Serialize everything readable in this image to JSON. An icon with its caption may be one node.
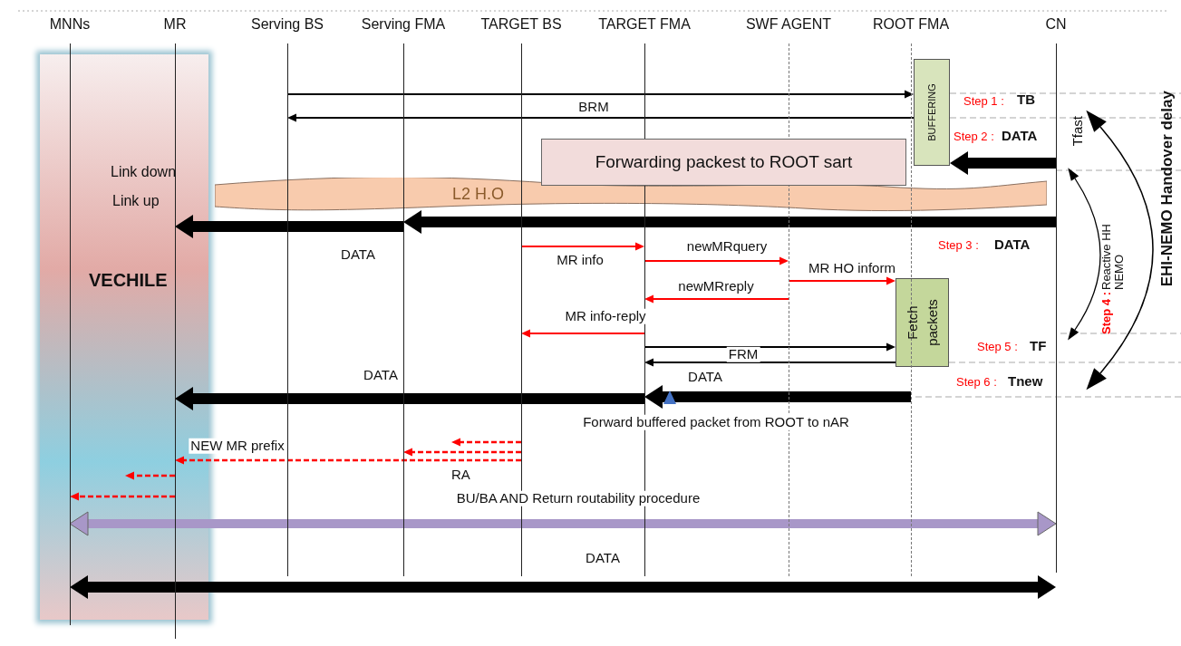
{
  "diagram": {
    "nodes": [
      {
        "text": [
          "MNNs"
        ]
      },
      {
        "text": [
          "MR"
        ]
      },
      {
        "text": [
          "Serving BS"
        ]
      },
      {
        "text": [
          "Serving FMA"
        ]
      },
      {
        "text": [
          "TARGET BS"
        ]
      },
      {
        "text": [
          "TARGET FMA"
        ]
      },
      {
        "text": [
          "SWF AGENT"
        ]
      },
      {
        "text": [
          "ROOT FMA"
        ]
      },
      {
        "text": [
          "CN"
        ]
      },
      {
        "text": [
          "BUFFERING"
        ]
      },
      {
        "text": [
          "Forwarding packest to ROOT sart"
        ]
      },
      {
        "text": [
          "L2 H.O"
        ]
      },
      {
        "text": [
          "Fetch packets"
        ]
      }
    ],
    "edges": [
      {
        "from": 2,
        "to": 9,
        "arrow": "to"
      },
      {
        "from": 9,
        "to": 2,
        "arrow": "to",
        "label": "BRM"
      },
      {
        "from": 8,
        "to": 9,
        "arrow": "to",
        "style": "thick"
      },
      {
        "from": 8,
        "to": 3,
        "arrow": "to",
        "style": "thick"
      },
      {
        "from": 3,
        "to": 1,
        "arrow": "to",
        "style": "thick",
        "label": "DATA"
      },
      {
        "from": 4,
        "to": 5,
        "arrow": "to",
        "color": "#ff0000",
        "label": "MR info"
      },
      {
        "from": 5,
        "to": 6,
        "arrow": "to",
        "color": "#ff0000",
        "label": "newMRquery"
      },
      {
        "from": 6,
        "to": 12,
        "arrow": "to",
        "color": "#ff0000",
        "label": "MR HO inform"
      },
      {
        "from": 6,
        "to": 5,
        "arrow": "to",
        "color": "#ff0000",
        "label": "newMRreply"
      },
      {
        "from": 5,
        "to": 4,
        "arrow": "to",
        "color": "#ff0000",
        "label": "MR info-reply"
      },
      {
        "from": 5,
        "to": 12,
        "arrow": "to",
        "label": "FRM"
      },
      {
        "from": 12,
        "to": 5,
        "arrow": "to",
        "label": "DATA"
      },
      {
        "from": 7,
        "to": 5,
        "arrow": "to",
        "style": "thick",
        "label": "Forward buffered packet from ROOT to nAR"
      },
      {
        "from": 5,
        "to": 1,
        "arrow": "to",
        "style": "thick",
        "label": "DATA"
      },
      {
        "from": 4,
        "to": null,
        "arrow": "to",
        "style": "dashed",
        "color": "#ff0000"
      },
      {
        "from": 4,
        "to": 3,
        "arrow": "to",
        "style": "dashed",
        "color": "#ff0000"
      },
      {
        "from": 4,
        "to": 1,
        "arrow": "to",
        "style": "dashed",
        "color": "#ff0000",
        "label": "NEW MR prefix"
      },
      {
        "from": 1,
        "to": null,
        "arrow": "to",
        "style": "dashed",
        "color": "#ff0000"
      },
      {
        "from": 1,
        "to": 0,
        "arrow": "to",
        "style": "dashed",
        "color": "#ff0000"
      },
      {
        "from": 0,
        "to": 8,
        "arrow": "both",
        "style": "thick",
        "color": "#a897c8",
        "label": "BU/BA AND Return routability procedure"
      },
      {
        "from": 0,
        "to": 8,
        "arrow": "both",
        "style": "thick",
        "label": "DATA"
      }
    ],
    "labels": [
      "Link down",
      "Link up",
      "VECHILE",
      "Step 1 :",
      "TB",
      "Step 2 :",
      "DATA",
      "Tfast",
      "Step 3 :",
      "DATA",
      "Step 4 :",
      "Reactive HH NEMO",
      "EHI-NEMO Handover delay",
      "Step 5 :",
      "TF",
      "Step 6 :",
      "Tnew",
      "RA"
    ]
  }
}
